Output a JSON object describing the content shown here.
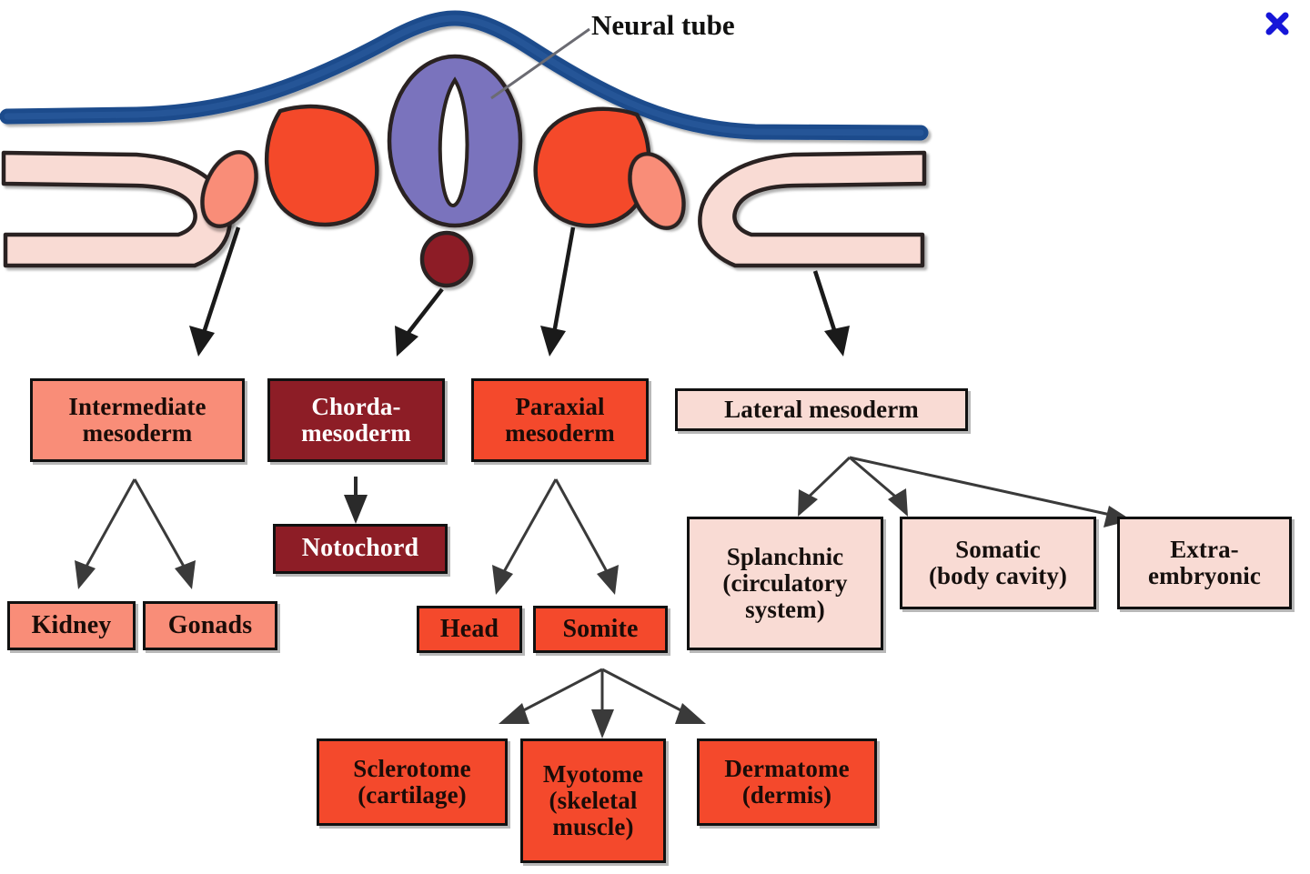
{
  "figure": {
    "annotation": {
      "neural_tube_label": "Neural tube"
    },
    "close_icon": "close-x-icon",
    "colors": {
      "ectoderm_blue": "#1c4c8c",
      "neural_tube_purple": "#7a73bd",
      "paraxial_red": "#f4492c",
      "intermediate_salmon": "#f98d78",
      "notochord_darkred": "#8d1d26",
      "lateral_pale": "#f9dbd4",
      "outline_black": "#2a2320",
      "close_x_blue": "#1616d8"
    }
  },
  "flowchart": {
    "level1": [
      {
        "id": "intermediate-mesoderm",
        "label": "Intermediate\nmesoderm",
        "color": "salmon"
      },
      {
        "id": "chorda-mesoderm",
        "label": "Chorda-\nmesoderm",
        "color": "darkred"
      },
      {
        "id": "paraxial-mesoderm",
        "label": "Paraxial\nmesoderm",
        "color": "red"
      },
      {
        "id": "lateral-mesoderm",
        "label": "Lateral mesoderm",
        "color": "pale"
      }
    ],
    "level2": [
      {
        "id": "notochord",
        "label": "Notochord",
        "color": "darkred"
      },
      {
        "id": "kidney",
        "label": "Kidney",
        "color": "salmon"
      },
      {
        "id": "gonads",
        "label": "Gonads",
        "color": "salmon"
      },
      {
        "id": "head",
        "label": "Head",
        "color": "red"
      },
      {
        "id": "somite",
        "label": "Somite",
        "color": "red"
      },
      {
        "id": "splanchnic",
        "label": "Splanchnic\n(circulatory\nsystem)",
        "color": "pale"
      },
      {
        "id": "somatic",
        "label": "Somatic\n(body cavity)",
        "color": "pale"
      },
      {
        "id": "extra-embryonic",
        "label": "Extra-\nembryonic",
        "color": "pale"
      }
    ],
    "level3": [
      {
        "id": "sclerotome",
        "label": "Sclerotome\n(cartilage)",
        "color": "red"
      },
      {
        "id": "myotome",
        "label": "Myotome\n(skeletal\nmuscle)",
        "color": "red"
      },
      {
        "id": "dermatome",
        "label": "Dermatome\n(dermis)",
        "color": "red"
      }
    ]
  }
}
